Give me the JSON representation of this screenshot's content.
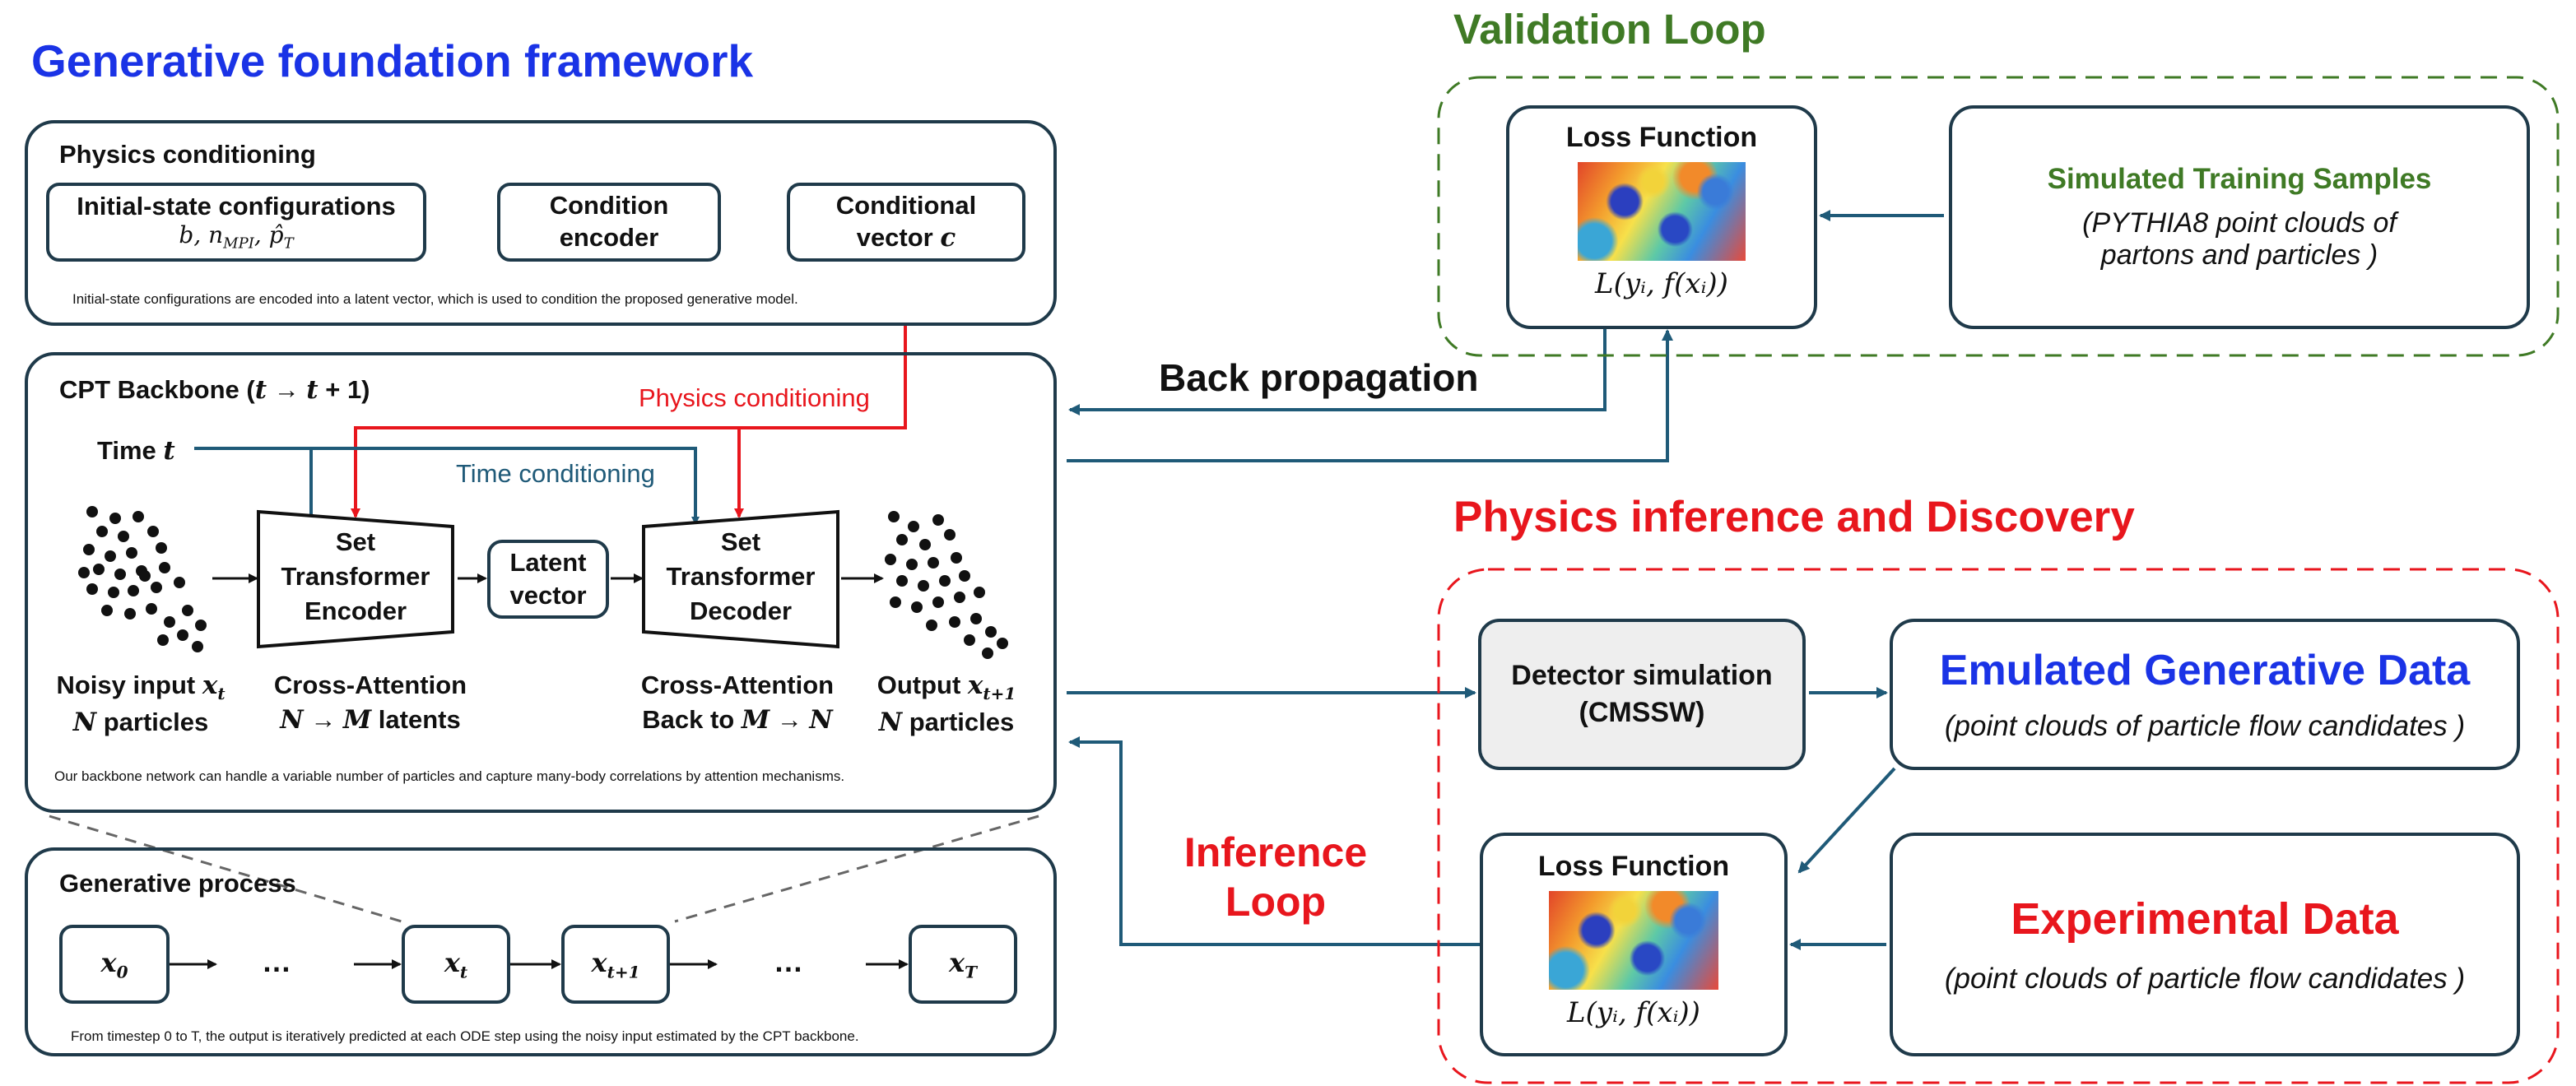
{
  "framework": {
    "title": "Generative foundation framework",
    "physics_conditioning": {
      "title": "Physics conditioning",
      "initial_state_title": "Initial-state configurations",
      "initial_state_vars": "b, n_MPI, p̂_T",
      "condition_encoder": "Condition encoder",
      "conditional_vector": "Conditional vector c",
      "note": "Initial-state configurations are encoded into a latent vector, which is used to condition the proposed generative model."
    },
    "backbone": {
      "title": "CPT Backbone (t → t + 1)",
      "physics_conditioning_label": "Physics conditioning",
      "time_label": "Time t",
      "time_conditioning_label": "Time conditioning",
      "encoder": "Set Transformer Encoder",
      "latent_vector": "Latent vector",
      "decoder": "Set Transformer Decoder",
      "noisy_input_1": "Noisy input x_t",
      "noisy_input_2": "N particles",
      "cross_attn_enc_1": "Cross-Attention",
      "cross_attn_enc_2": "N → M latents",
      "cross_attn_dec_1": "Cross-Attention",
      "cross_attn_dec_2": "Back to M → N",
      "output_1": "Output x_t+1",
      "output_2": "N particles",
      "note": "Our backbone network can handle a variable number of particles and capture many-body correlations by attention mechanisms."
    },
    "generative_process": {
      "title": "Generative process",
      "steps": [
        "x0",
        "…",
        "xt",
        "xt+1",
        "…",
        "xT"
      ],
      "note": "From timestep 0 to T, the output is iteratively predicted at each ODE step using the noisy input estimated by the CPT backbone."
    }
  },
  "validation_loop": {
    "title": "Validation Loop",
    "loss_title": "Loss Function",
    "loss_formula": "L(yᵢ, f(xᵢ))",
    "samples_title": "Simulated Training Samples",
    "samples_desc_1": "(PYTHIA8 point clouds of",
    "samples_desc_2": "partons and particles )"
  },
  "back_propagation": "Back propagation",
  "inference": {
    "title": "Physics inference and Discovery",
    "loop_label_1": "Inference",
    "loop_label_2": "Loop",
    "detector_sim_1": "Detector simulation",
    "detector_sim_2": "(CMSSW)",
    "emulated_title": "Emulated Generative Data",
    "emulated_desc": "(point clouds of particle flow candidates )",
    "loss_title": "Loss Function",
    "loss_formula": "L(yᵢ, f(xᵢ))",
    "experimental_title": "Experimental Data",
    "experimental_desc": "(point clouds of particle flow candidates )"
  },
  "colors": {
    "blue_title": "#1a33e6",
    "green": "#3f7a25",
    "red": "#e8161d",
    "dark_teal": "#1f5a78",
    "box_border": "#1f3a4a"
  }
}
